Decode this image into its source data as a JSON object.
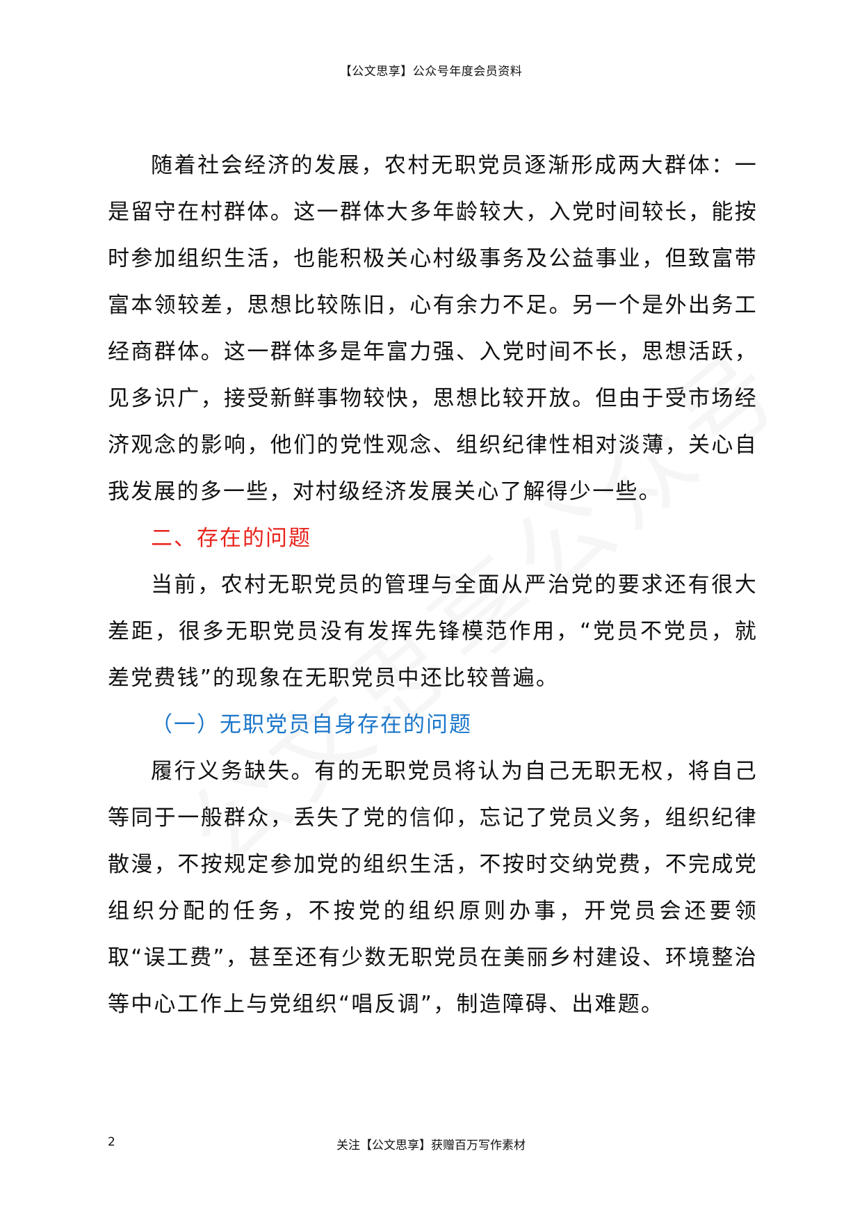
{
  "header": {
    "text": "【公文思享】公众号年度会员资料"
  },
  "watermark": {
    "text": "公文思享公众号"
  },
  "body": {
    "para1": "随着社会经济的发展，农村无职党员逐渐形成两大群体：一是留守在村群体。这一群体大多年龄较大，入党时间较长，能按时参加组织生活，也能积极关心村级事务及公益事业，但致富带富本领较差，思想比较陈旧，心有余力不足。另一个是外出务工经商群体。这一群体多是年富力强、入党时间不长，思想活跃，见多识广，接受新鲜事物较快，思想比较开放。但由于受市场经济观念的影响，他们的党性观念、组织纪律性相对淡薄，关心自我发展的多一些，对村级经济发展关心了解得少一些。",
    "heading2": "二、存在的问题",
    "para2": "当前，农村无职党员的管理与全面从严治党的要求还有很大差距，很多无职党员没有发挥先锋模范作用，“党员不党员，就差党费钱”的现象在无职党员中还比较普遍。",
    "subheading1": "（一）无职党员自身存在的问题",
    "para3": "履行义务缺失。有的无职党员将认为自己无职无权，将自己等同于一般群众，丢失了党的信仰，忘记了党员义务，组织纪律散漫，不按规定参加党的组织生活，不按时交纳党费，不完成党组织分配的任务，不按党的组织原则办事，开党员会还要领取“误工费”，甚至还有少数无职党员在美丽乡村建设、环境整治等中心工作上与党组织“唱反调”，制造障碍、出难题。"
  },
  "footer": {
    "page_number": "2",
    "text": "关注【公文思享】获赠百万写作素材"
  },
  "colors": {
    "heading_red": "#e8231c",
    "heading_blue": "#1a76c9",
    "text": "#111111"
  }
}
